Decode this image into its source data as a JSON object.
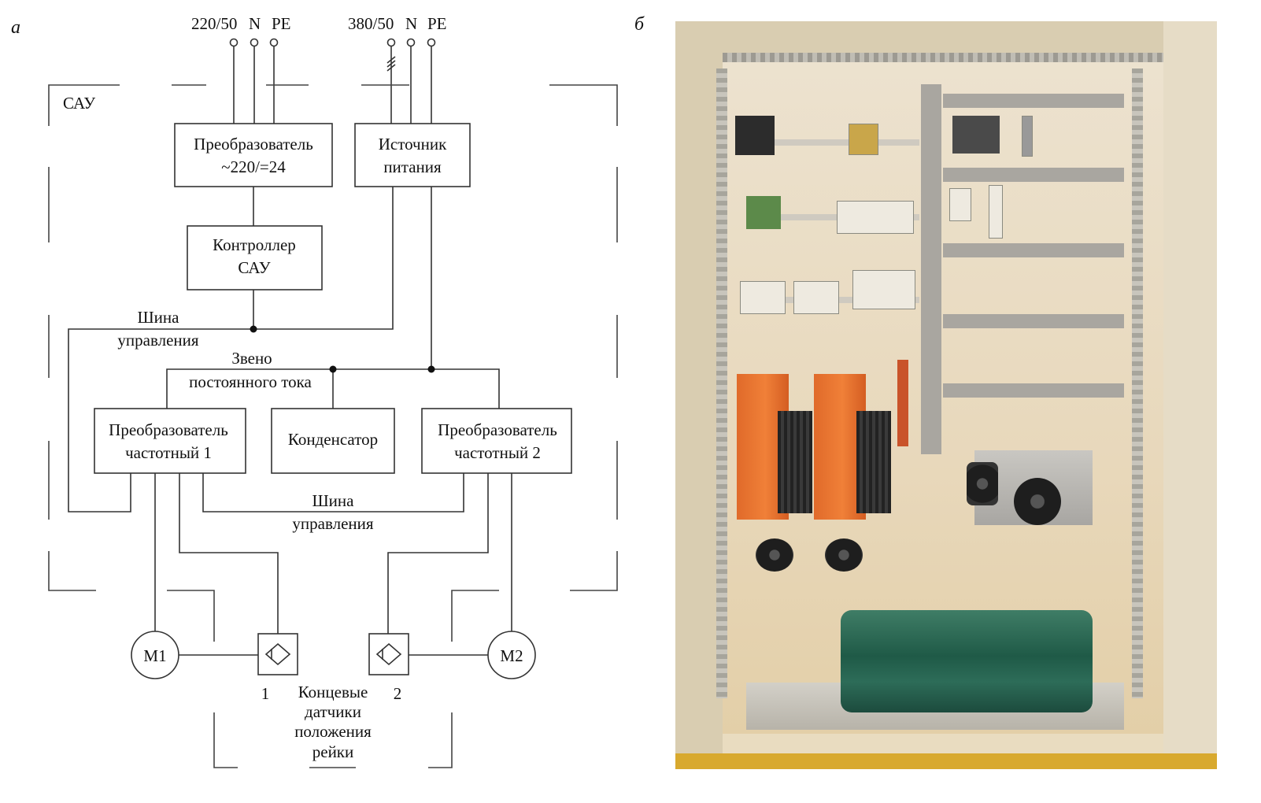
{
  "figure": {
    "panel_a_letter": "а",
    "panel_b_letter": "б"
  },
  "diagram": {
    "inputs": {
      "supply1": {
        "label": "220/50",
        "n": "N",
        "pe": "PE"
      },
      "supply2": {
        "label": "380/50",
        "n": "N",
        "pe": "PE"
      }
    },
    "enclosure_label": "САУ",
    "blocks": {
      "converter_24": {
        "line1": "Преобразователь",
        "line2": "~220/=24"
      },
      "power_source": {
        "line1": "Источник",
        "line2": "питания"
      },
      "controller": {
        "line1": "Контроллер",
        "line2": "САУ"
      },
      "vfd1": {
        "line1": "Преобразователь",
        "line2": "частотный 1"
      },
      "capacitor": {
        "line1": "Конденсатор"
      },
      "vfd2": {
        "line1": "Преобразователь",
        "line2": "частотный 2"
      }
    },
    "labels": {
      "control_bus_top": {
        "line1": "Шина",
        "line2": "управления"
      },
      "dc_link": {
        "line1": "Звено",
        "line2": "постоянного тока"
      },
      "control_bus_bottom": {
        "line1": "Шина",
        "line2": "управления"
      },
      "limit_sensors": {
        "line1": "Концевые",
        "line2": "датчики",
        "line3": "положения",
        "line4": "рейки"
      }
    },
    "motors": {
      "m1": "М1",
      "m2": "М2"
    },
    "sensors": {
      "s1": "1",
      "s2": "2"
    }
  },
  "photo": {
    "description": "Photo of the assembled control cabinet"
  }
}
